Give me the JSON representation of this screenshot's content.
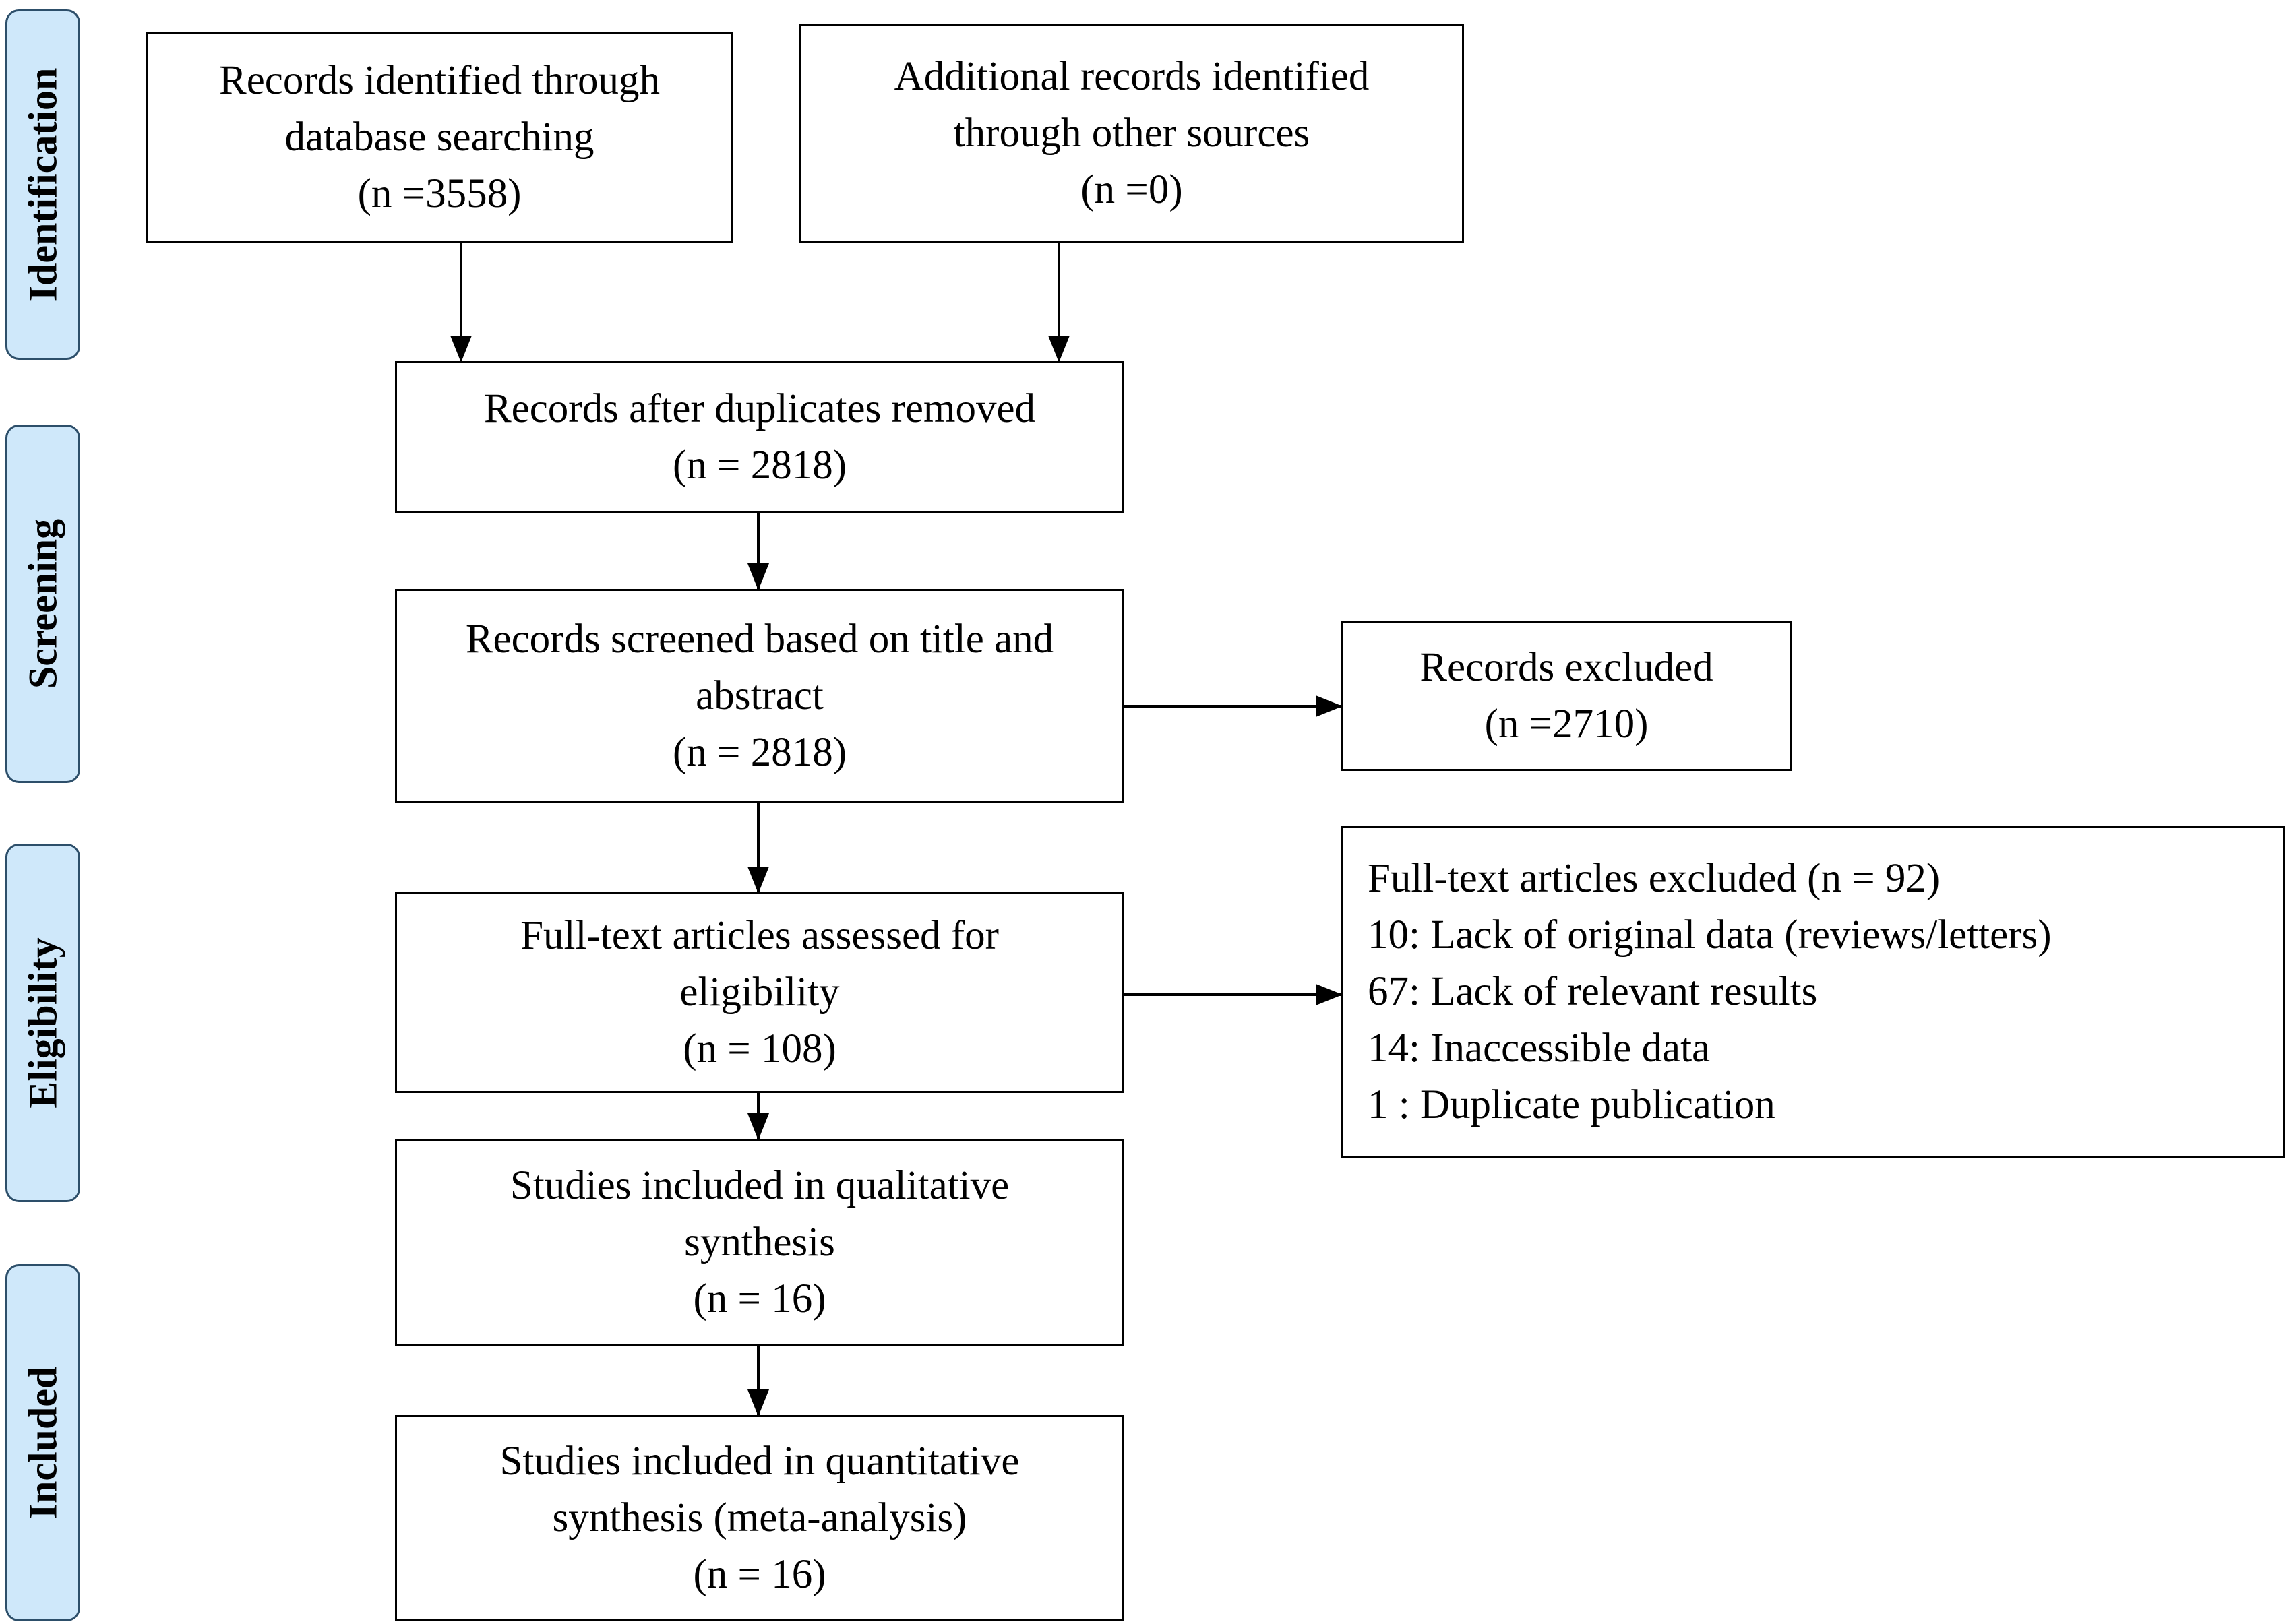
{
  "stages": [
    {
      "id": "identification",
      "label": "Identification"
    },
    {
      "id": "screening",
      "label": "Screening"
    },
    {
      "id": "eligibility",
      "label": "Eligibility"
    },
    {
      "id": "included",
      "label": "Included"
    }
  ],
  "boxes": {
    "database_search": {
      "lines": [
        "Records identified through",
        "database searching",
        "(n =3558)"
      ]
    },
    "other_sources": {
      "lines": [
        "Additional records identified",
        "through other sources",
        "(n =0)"
      ]
    },
    "duplicates_removed": {
      "lines": [
        "Records after duplicates removed",
        "(n = 2818)"
      ]
    },
    "screened": {
      "lines": [
        "Records screened based on title and",
        "abstract",
        "(n = 2818)"
      ]
    },
    "excluded": {
      "lines": [
        "Records excluded",
        "(n =2710)"
      ]
    },
    "fulltext_assessed": {
      "lines": [
        "Full-text articles assessed for",
        "eligibility",
        "(n = 108)"
      ]
    },
    "fulltext_excluded": {
      "lines": [
        "Full-text articles excluded (n = 92)",
        "10: Lack of original data (reviews/letters)",
        "67: Lack of relevant results",
        "14: Inaccessible data",
        "1 : Duplicate publication"
      ]
    },
    "qualitative": {
      "lines": [
        "Studies included in qualitative",
        "synthesis",
        "(n = 16)"
      ]
    },
    "quantitative": {
      "lines": [
        "Studies included in quantitative",
        "synthesis (meta-analysis)",
        "(n = 16)"
      ]
    }
  }
}
